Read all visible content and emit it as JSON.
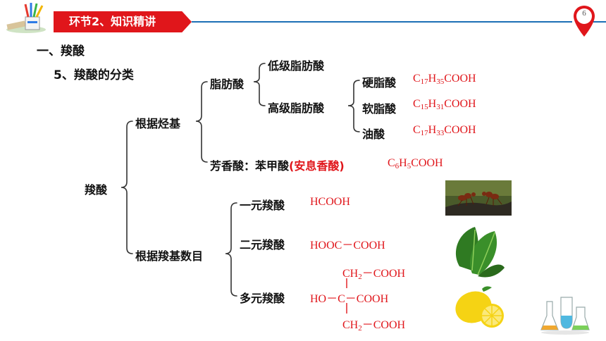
{
  "header": {
    "title": "环节2、知识精讲",
    "page_number": "6",
    "colors": {
      "red": "#e0161b",
      "blue": "#1c6fb5"
    }
  },
  "section": {
    "title": "一、羧酸",
    "subtitle": "5、羧酸的分类"
  },
  "tree": {
    "root": "羧酸",
    "by_hydrocarbon": "根据烃基",
    "fatty_acid": "脂肪酸",
    "lower_fatty_acid": "低级脂肪酸",
    "higher_fatty_acid": "高级脂肪酸",
    "stearic_acid": "硬脂酸",
    "palmitic_acid": "软脂酸",
    "oleic_acid": "油酸",
    "aromatic_prefix": "芳香酸：苯甲酸",
    "aromatic_note": "(安息香酸)",
    "by_carboxyl_count": "根据羧基数目",
    "mono": "一元羧酸",
    "di": "二元羧酸",
    "poly": "多元羧酸"
  },
  "formulas": {
    "stearic": {
      "c": "C",
      "c_sub": "17",
      "h": "H",
      "h_sub": "35",
      "tail": "COOH"
    },
    "palmitic": {
      "c": "C",
      "c_sub": "15",
      "h": "H",
      "h_sub": "31",
      "tail": "COOH"
    },
    "oleic": {
      "c": "C",
      "c_sub": "17",
      "h": "H",
      "h_sub": "33",
      "tail": "COOH"
    },
    "benzoic": {
      "c": "C",
      "c_sub": "6",
      "h": "H",
      "h_sub": "5",
      "tail": "COOH"
    },
    "formic": "HCOOH",
    "oxalic": "HOOC－COOH",
    "citric": {
      "top_ch": "CH",
      "top_sub": "2",
      "top_tail": "－COOH",
      "mid": "HO－C－COOH",
      "bot_ch": "CH",
      "bot_sub": "2",
      "bot_tail": "－COOH"
    }
  },
  "icons": [
    "pencil-cup-icon",
    "ant-image",
    "spinach-image",
    "lemon-image",
    "lab-flasks-icon",
    "location-pin-icon"
  ]
}
